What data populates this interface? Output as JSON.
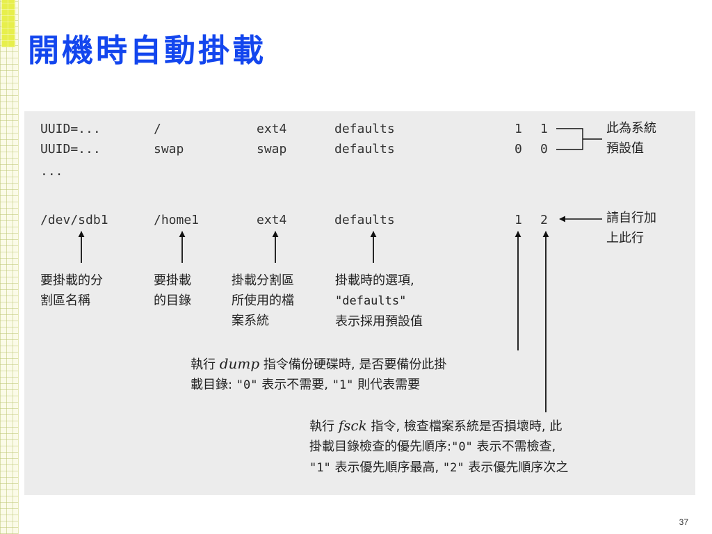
{
  "title": "開機時自動掛載",
  "fstab_rows": [
    {
      "device": "UUID=...",
      "mount": "/",
      "fs": "ext4",
      "options": "defaults",
      "dump": "1",
      "pass": "1"
    },
    {
      "device": "UUID=...",
      "mount": "swap",
      "fs": "swap",
      "options": "defaults",
      "dump": "0",
      "pass": "0"
    },
    {
      "device": "..."
    },
    {
      "device": "/dev/sdb1",
      "mount": "/home1",
      "fs": "ext4",
      "options": "defaults",
      "dump": "1",
      "pass": "2"
    }
  ],
  "notes": {
    "system_default": [
      "此為系統",
      "預設值"
    ],
    "add_line": [
      "請自行加",
      "上此行"
    ],
    "device": [
      "要掛載的分",
      "割區名稱"
    ],
    "mount_point": [
      "要掛載",
      "的目錄"
    ],
    "filesystem": [
      "掛載分割區",
      "所使用的檔",
      "案系統"
    ],
    "options": {
      "line1": "掛載時的選項,",
      "line2_code": "\"defaults\"",
      "line3": "表示採用預設值"
    },
    "dump": {
      "prefix": "執行 ",
      "cmd": "dump",
      "line1_rest": " 指令備份硬碟時, 是否要備份此掛",
      "line2_a": "載目錄: ",
      "code0": "\"0\"",
      "line2_b": " 表示不需要, ",
      "code1": "\"1\"",
      "line2_c": " 則代表需要"
    },
    "fsck": {
      "prefix": "執行 ",
      "cmd": "fsck",
      "line1_rest": " 指令, 檢查檔案系統是否損壞時, 此",
      "line2_a": "掛載目錄檢查的優先順序:",
      "code0": "\"0\"",
      "line2_b": " 表示不需檢查,",
      "code1": "\"1\"",
      "line3_a": " 表示優先順序最高, ",
      "code2": "\"2\"",
      "line3_b": " 表示優先順序次之"
    }
  },
  "page_number": "37",
  "colors": {
    "title": "#1346ee",
    "panel": "#ececec",
    "accent": "#e7ef4c"
  }
}
